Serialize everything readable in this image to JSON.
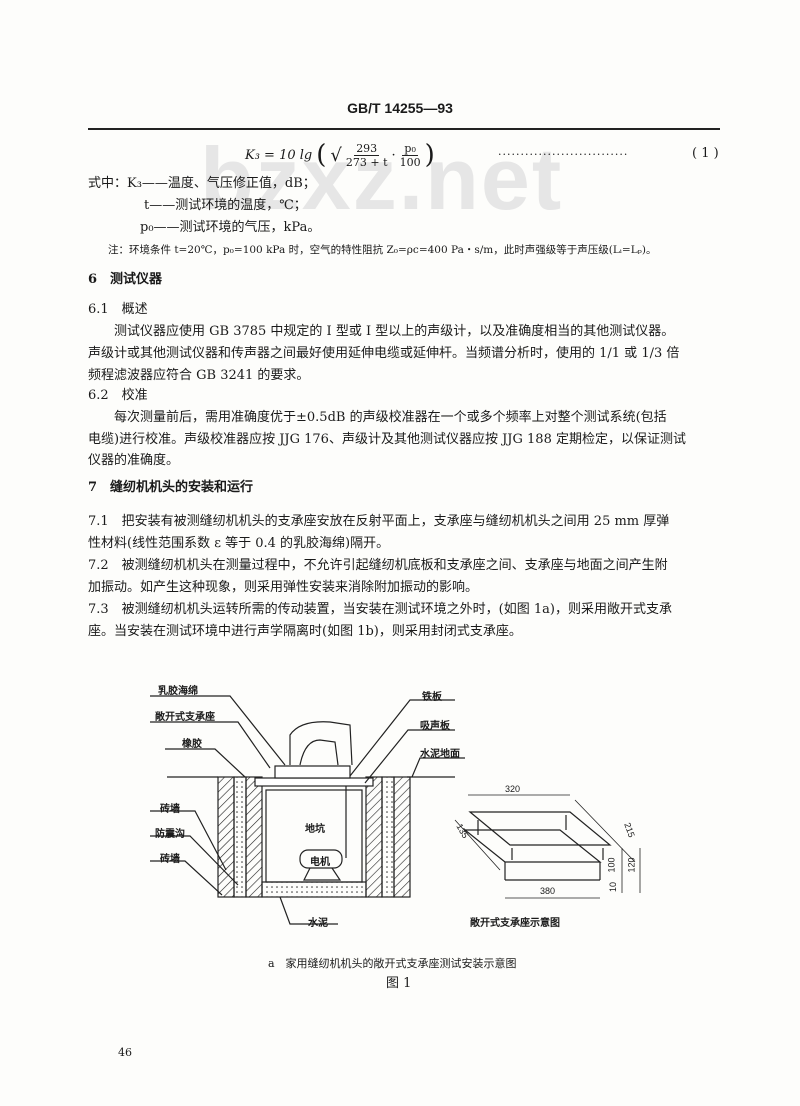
{
  "watermark": "bzxz.net",
  "header": {
    "standard_no": "GB/T 14255—93"
  },
  "formula": {
    "lhs": "K₃ = 10 lg",
    "num1": "293",
    "den1": "273 + t",
    "num2": "p₀",
    "den2": "100",
    "dots": "·····························",
    "eq_no": "( 1 )"
  },
  "where": {
    "lines": [
      "式中：K₃——温度、气压修正值，dB；",
      "t——测试环境的温度，℃；",
      "p₀——测试环境的气压，kPa。"
    ],
    "note": "注：环境条件 t=20℃，p₀=100 kPa 时，空气的特性阻抗 Z₀=ρc=400 Pa・s/m，此时声强级等于声压级(Lᵢ=Lₚ)。"
  },
  "section6": {
    "title": "6　测试仪器",
    "s61": {
      "title": "6.1　概述",
      "lines": [
        "　　测试仪器应使用 GB 3785 中规定的 I 型或 I 型以上的声级计，以及准确度相当的其他测试仪器。",
        "声级计或其他测试仪器和传声器之间最好使用延伸电缆或延伸杆。当频谱分析时，使用的 1/1 或 1/3 倍",
        "频程滤波器应符合 GB 3241 的要求。"
      ]
    },
    "s62": {
      "title": "6.2　校准",
      "lines": [
        "　　每次测量前后，需用准确度优于±0.5dB 的声级校准器在一个或多个频率上对整个测试系统(包括",
        "电缆)进行校准。声级校准器应按 JJG 176、声级计及其他测试仪器应按 JJG 188 定期检定，以保证测试",
        "仪器的准确度。"
      ]
    }
  },
  "section7": {
    "title": "7　缝纫机机头的安装和运行",
    "lines": [
      "7.1　把安装有被测缝纫机机头的支承座安放在反射平面上，支承座与缝纫机机头之间用 25 mm 厚弹",
      "性材料(线性范围系数 ε 等于 0.4 的乳胶海绵)隔开。",
      "7.2　被测缝纫机机头在测量过程中，不允许引起缝纫机底板和支承座之间、支承座与地面之间产生附",
      "加振动。如产生这种现象，则采用弹性安装来消除附加振动的影响。",
      "7.3　被测缝纫机机头运转所需的传动装置，当安装在测试环境之外时，(如图 1a)，则采用敞开式支承",
      "座。当安装在测试环境中进行声学隔离时(如图 1b)，则采用封闭式支承座。"
    ]
  },
  "figure": {
    "left_labels": [
      "乳胶海绵",
      "敞开式支承座",
      "橡胶",
      "砖墙",
      "防震沟",
      "砖墙"
    ],
    "right_labels": [
      "铁板",
      "吸声板",
      "水泥地面"
    ],
    "bottom_label": "水泥",
    "pit": "地坑",
    "motor": "电机",
    "dims": {
      "top": "320",
      "bottom": "380",
      "left": "135",
      "diag": "215",
      "h1": "100",
      "h2": "120",
      "h3": "10"
    },
    "sub_caption": "敞开式支承座示意图",
    "caption": "a　家用缝纫机机头的敞开式支承座测试安装示意图",
    "figure_no": "图 1"
  },
  "page_number": "46"
}
